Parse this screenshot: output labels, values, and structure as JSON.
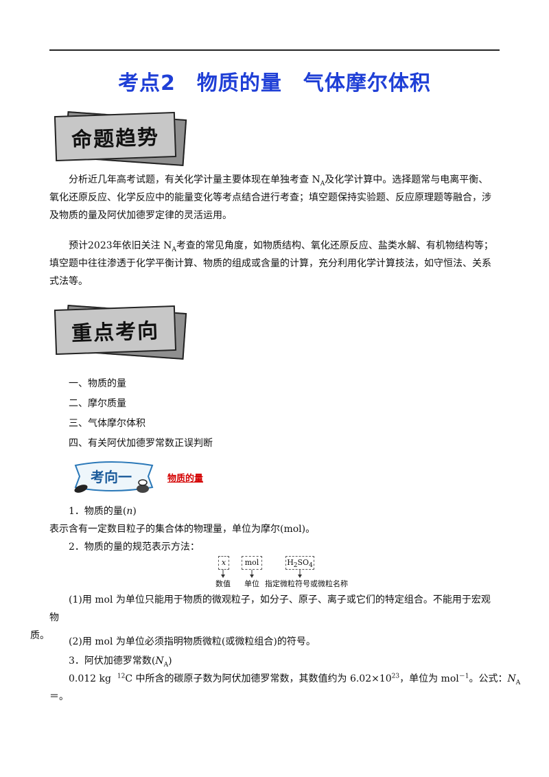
{
  "title": "考点2　物质的量　气体摩尔体积",
  "banners": {
    "trend": "命题趋势",
    "focus": "重点考向"
  },
  "trend_paragraphs": {
    "p1_before_na": "分析近几年高考试题，有关化学计量主要体现在单独考查 N",
    "p1_na_sub": "A",
    "p1_after_na": "及化学计算中。选择题常与电离平衡、",
    "p1_line2": "氧化还原反应、化学反应中的能量变化等考点结合进行考查；填空题保持实验题、反应原理题等融合，涉",
    "p1_line3": "及物质的量及阿伏加德罗定律的灵活运用。",
    "p2_before_na": "预计2023年依旧关注 N",
    "p2_na_sub": "A",
    "p2_after_na": "考查的常见角度，如物质结构、氧化还原反应、盐类水解、有机物结构等；",
    "p2_line2": "填空题中往往渗透于化学平衡计算、物质的组成或含量的计算，充分利用化学计算技法，如守恒法、关系",
    "p2_line3": "式法等。"
  },
  "focus_items": [
    "一、物质的量",
    "二、摩尔质量",
    "三、气体摩尔体积",
    "四、有关阿伏加德罗常数正误判断"
  ],
  "badge": {
    "text": "考向一",
    "label": "物质的量"
  },
  "content": {
    "h1_text": "1．物质的量(",
    "h1_var": "n",
    "h1_close": ")",
    "def": "表示含有一定数目粒子的集合体的物理量，单位为摩尔(mol)。",
    "h2": "2．物质的量的规范表示方法：",
    "note1_line1": "(1)用 mol 为单位只能用于物质的微观粒子，如分子、原子、离子或它们的特定组合。不能用于宏观物",
    "note1_line2": "质。",
    "note2": "(2)用 mol 为单位必须指明物质微粒(或微粒组合)的符号。",
    "h3_text": "3．阿伏加德罗常数(",
    "h3_var": "N",
    "h3_sub": "A",
    "h3_close": ")",
    "avog_a": "0.012 kg  ",
    "avog_sup12": "12",
    "avog_b": "C 中所含的碳原子数为阿伏加德罗常数，其数值约为 6.02×10",
    "avog_sup23": "23",
    "avog_c": "，单位为 mol",
    "avog_sup_neg1": "－1",
    "avog_d": "。公式：",
    "avog_var": "N",
    "avog_var_sub": "A",
    "avog_line2": "＝。"
  },
  "diagram": {
    "box1": "x",
    "box2": "mol",
    "box3_main": "H",
    "box3_sub2": "2",
    "box3_so": "SO",
    "box3_sub4": "4",
    "label1": "数值",
    "label2": "单位",
    "label3": "指定微粒符号或微粒名称"
  },
  "colors": {
    "title": "#1f3fd6",
    "badge_label": "#d40000"
  }
}
